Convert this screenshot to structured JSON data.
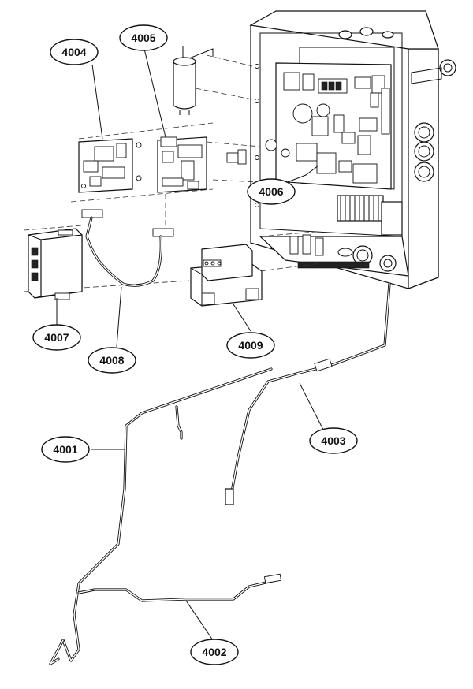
{
  "callouts": [
    {
      "id": "c4001",
      "label": "4001",
      "part": "sensor-wire-4001"
    },
    {
      "id": "c4002",
      "label": "4002",
      "part": "sensor-wire-4002"
    },
    {
      "id": "c4003",
      "label": "4003",
      "part": "sensor-wire-4003"
    },
    {
      "id": "c4004",
      "label": "4004",
      "part": "pcb-4004"
    },
    {
      "id": "c4005",
      "label": "4005",
      "part": "pcb-4005"
    },
    {
      "id": "c4006",
      "label": "4006",
      "part": "main-control-board"
    },
    {
      "id": "c4007",
      "label": "4007",
      "part": "module-4007"
    },
    {
      "id": "c4008",
      "label": "4008",
      "part": "ribbon-cable-4008"
    },
    {
      "id": "c4009",
      "label": "4009",
      "part": "transformer-4009"
    }
  ],
  "colors": {
    "line": "#111111",
    "background": "#ffffff"
  }
}
